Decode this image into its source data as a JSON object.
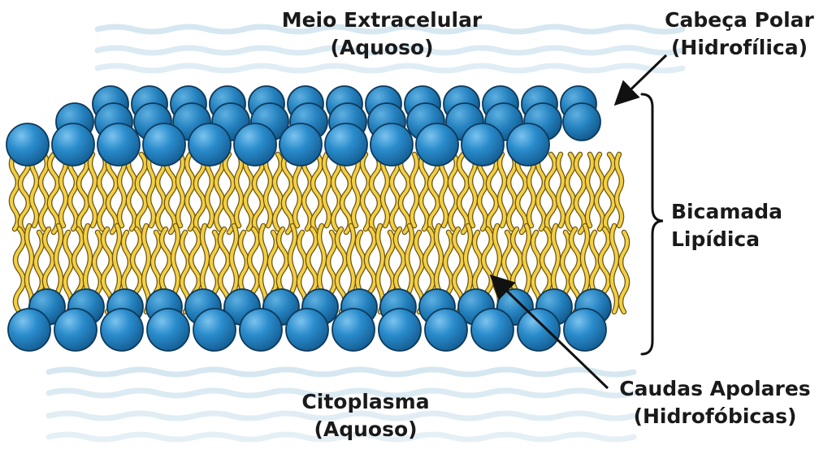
{
  "labels": {
    "extracellular": {
      "line1": "Meio Extracelular",
      "line2": "(Aquoso)"
    },
    "polar_head": {
      "line1": "Cabeça Polar",
      "line2": "(Hidrofílica)"
    },
    "bilayer": {
      "line1": "Bicamada",
      "line2": "Lipídica"
    },
    "cytoplasm": {
      "line1": "Citoplasma",
      "line2": "(Aquoso)"
    },
    "apolar_tails": {
      "line1": "Caudas Apolares",
      "line2": "(Hidrofóbicas)"
    }
  },
  "colors": {
    "head_fill": "#1f7fbd",
    "head_stroke": "#0d3a5c",
    "tail_fill": "#f3cf45",
    "tail_stroke": "#6b5412",
    "water_wave": "#cfe3ef",
    "arrow": "#111111",
    "text": "#1a1a1a"
  },
  "icons": {
    "phospholipid_head": "blue-sphere-icon",
    "fatty_acid_tail": "wavy-tail-icon",
    "water": "wave-lines-icon",
    "bracket": "curly-brace-icon",
    "pointer": "arrow-icon"
  }
}
